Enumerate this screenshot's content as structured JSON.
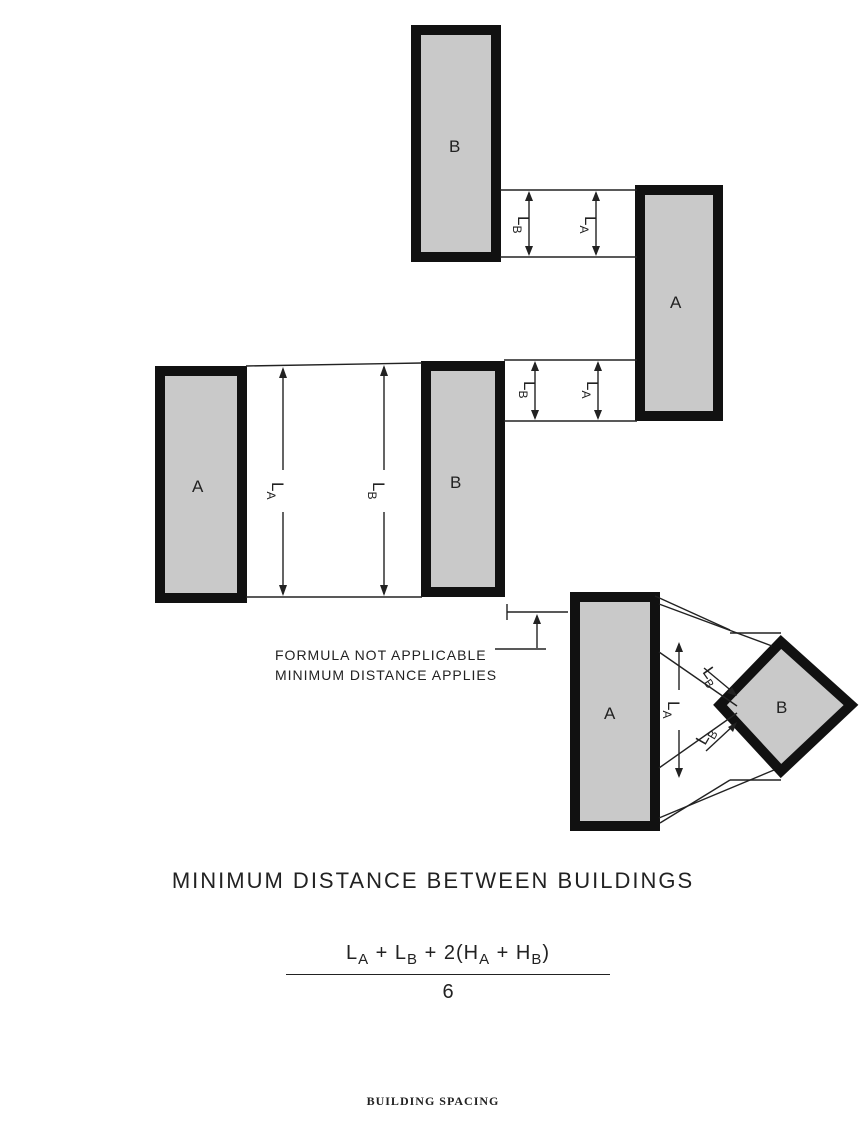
{
  "labels": {
    "building_a": "A",
    "building_b": "B",
    "length_letter": "L",
    "sub_a": "A",
    "sub_b": "B"
  },
  "note": {
    "line1": "FORMULA NOT APPLICABLE",
    "line2": "MINIMUM DISTANCE APPLIES"
  },
  "title": "MINIMUM DISTANCE BETWEEN BUILDINGS",
  "formula": {
    "l": "L",
    "plus1": "+",
    "sub_a": "A",
    "plus2": "+",
    "sub_b": "B",
    "plus3": "+",
    "paren_open": "2(H",
    "plus4": "+",
    "h": "H",
    "paren_close": ")",
    "denominator": "6"
  },
  "caption": "BUILDING SPACING"
}
